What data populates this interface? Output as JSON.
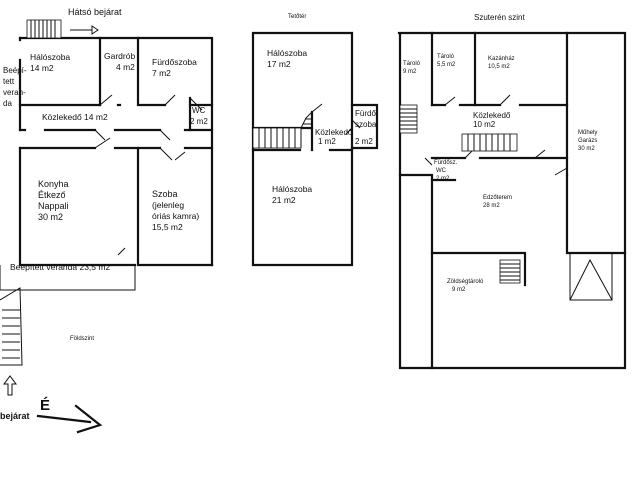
{
  "plans": {
    "ground": {
      "caption": "Földszint",
      "back_entrance": "Hátsó bejárat",
      "front_entrance": "bejárat",
      "compass": "É",
      "rooms": {
        "bedroom": {
          "name": "Hálószoba",
          "area": "14 m2"
        },
        "wardrobe": {
          "name": "Gardrób",
          "area": "4 m2"
        },
        "bathroom": {
          "name": "Fürdőszoba",
          "area": "7 m2"
        },
        "veranda_left": [
          "Beépí-",
          "tett",
          "veran-",
          "da"
        ],
        "corridor": "Közlekedő 14 m2",
        "wc": {
          "name": "WC",
          "area": "2 m2"
        },
        "kitchen": [
          "Konyha",
          "Étkező",
          "Nappali",
          "30 m2"
        ],
        "room": [
          "Szoba",
          "(jelenleg",
          "óriás kamra)",
          "15,5 m2"
        ],
        "veranda_bottom": "Beépített veranda 23,5 m2"
      }
    },
    "attic": {
      "caption": "Tetőtér",
      "rooms": {
        "bedroom_top": {
          "name": "Hálószoba",
          "area": "17 m2"
        },
        "corridor": {
          "name": "Közlekedő",
          "area": "1 m2"
        },
        "bath": {
          "name1": "Fürdő",
          "name2": "szoba",
          "area": "2 m2"
        },
        "bedroom_bottom": {
          "name": "Hálószoba",
          "area": "21 m2"
        }
      }
    },
    "basement": {
      "caption": "Szuterén szint",
      "rooms": {
        "storage1": {
          "name": "Tároló",
          "area": "9 m2"
        },
        "storage2": {
          "name": "Tároló",
          "area": "5,5 m2"
        },
        "boiler": {
          "name": "Kazánház",
          "area": "10,5 m2"
        },
        "workshop": [
          "Műhely",
          "Garázs",
          "30 m2"
        ],
        "corridor": {
          "name": "Közlekedő",
          "area": "10 m2"
        },
        "bath": [
          "Fürdősz.",
          "WC",
          "2 m2"
        ],
        "gym": {
          "name": "Edzőterem",
          "area": "28 m2"
        },
        "veg": {
          "name": "Zöldségtároló",
          "area": "9 m2"
        }
      }
    }
  }
}
